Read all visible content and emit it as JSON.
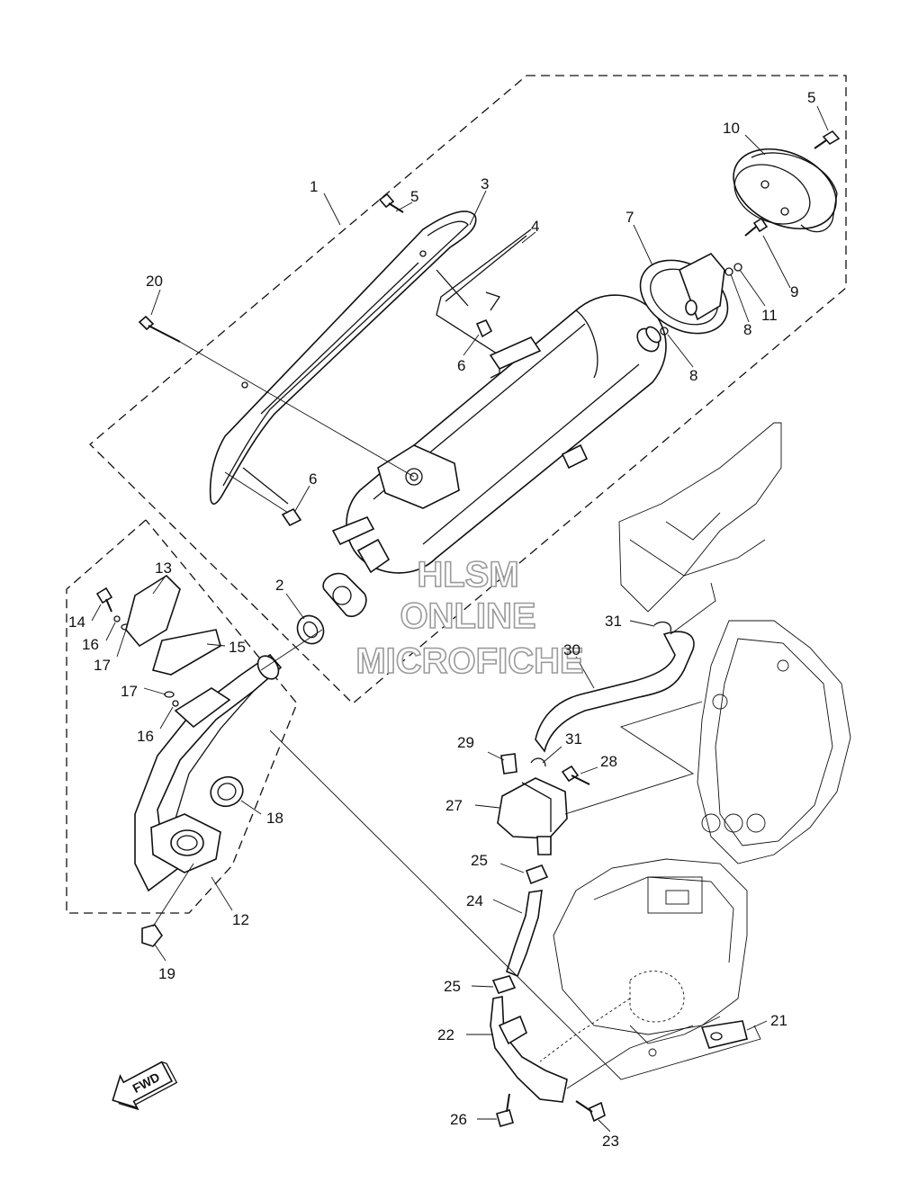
{
  "watermark": {
    "line1": "HLSM",
    "line2": "ONLINE",
    "line3": "MICROFICHE"
  },
  "direction_label": "FWD",
  "callouts": [
    {
      "id": "c1",
      "label": "1"
    },
    {
      "id": "c2",
      "label": "2"
    },
    {
      "id": "c3",
      "label": "3"
    },
    {
      "id": "c4",
      "label": "4"
    },
    {
      "id": "c5a",
      "label": "5"
    },
    {
      "id": "c5b",
      "label": "5"
    },
    {
      "id": "c6a",
      "label": "6"
    },
    {
      "id": "c6b",
      "label": "6"
    },
    {
      "id": "c7",
      "label": "7"
    },
    {
      "id": "c8a",
      "label": "8"
    },
    {
      "id": "c8b",
      "label": "8"
    },
    {
      "id": "c9",
      "label": "9"
    },
    {
      "id": "c10",
      "label": "10"
    },
    {
      "id": "c11",
      "label": "11"
    },
    {
      "id": "c12",
      "label": "12"
    },
    {
      "id": "c13",
      "label": "13"
    },
    {
      "id": "c14",
      "label": "14"
    },
    {
      "id": "c15",
      "label": "15"
    },
    {
      "id": "c16a",
      "label": "16"
    },
    {
      "id": "c16b",
      "label": "16"
    },
    {
      "id": "c17a",
      "label": "17"
    },
    {
      "id": "c17b",
      "label": "17"
    },
    {
      "id": "c18",
      "label": "18"
    },
    {
      "id": "c19",
      "label": "19"
    },
    {
      "id": "c20",
      "label": "20"
    },
    {
      "id": "c21",
      "label": "21"
    },
    {
      "id": "c22",
      "label": "22"
    },
    {
      "id": "c23",
      "label": "23"
    },
    {
      "id": "c24",
      "label": "24"
    },
    {
      "id": "c25a",
      "label": "25"
    },
    {
      "id": "c25b",
      "label": "25"
    },
    {
      "id": "c26",
      "label": "26"
    },
    {
      "id": "c27",
      "label": "27"
    },
    {
      "id": "c28",
      "label": "28"
    },
    {
      "id": "c29",
      "label": "29"
    },
    {
      "id": "c30",
      "label": "30"
    },
    {
      "id": "c31a",
      "label": "31"
    },
    {
      "id": "c31b",
      "label": "31"
    }
  ]
}
